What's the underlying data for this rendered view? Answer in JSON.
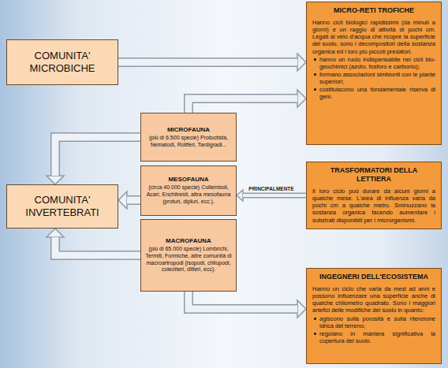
{
  "diagram": {
    "nodes": [
      {
        "text": [
          "COMUNITA' MICROBICHE"
        ]
      },
      {
        "text": [
          "MICRO-RETI TROFICHE",
          "Hanno cicli biologici rapidissimi (da minuti a giorni) e un raggio di attività di pochi cm. Legati al velo d'acqua che ricopre la superficie del suolo, sono i decompositori della sostanza organica ed i loro più piccoli predatori.",
          "hanno un ruolo indispensabile nei cicli bio-geochimici (azoto, fosforo e carbonio);",
          "formano associazioni simbionti con le piante superiori;",
          "costituiscono una fondamentale riserva di geni."
        ]
      },
      {
        "text": [
          "MICROFAUNA",
          "(più di 6.500 specie) Protoctista, Nematodi, Rotiferi, Tardigradi..."
        ]
      },
      {
        "text": [
          "COMUNITA' INVERTEBRATI"
        ]
      },
      {
        "text": [
          "MESOFAUNA",
          "(circa 40.000 specie) Collemboli, Acari, Enchitreidi, altra mesofauna (proturi, dipluri, ecc.)."
        ]
      },
      {
        "text": [
          "TRASFORMATORI DELLA LETTIERA",
          "Il loro ciclo può durare da alcuni giorni a qualche mese. L'area di influenza varia da pochi cm a qualche metro. Sminuzzano la sostanza organica facendo aumentare i substrati disponibili per i microrganismi."
        ]
      },
      {
        "text": [
          "MACROFAUNA",
          "(più di 65.000 specie) Lombrichi, Termiti, Formiche, altre comunità di macroartropodi (isopodi, chilopodi, coleotteri, ditteri, ecc)."
        ]
      },
      {
        "text": [
          "INGEGNERI DELL'ECOSISTEMA",
          "Hanno un ciclo che varia da mesi ad anni e possono influenzare una superficie anche di qualche chilometro quadrato. Sono i maggiori artefici delle modifiche del suolo in quanto:",
          "agiscono sulla porosità e sulla ritenzione idrica del terreno;",
          "regolano in maniera significativa la copertura del suolo."
        ]
      }
    ],
    "edges": [
      {
        "from": 0,
        "to": 1,
        "arrow": "to"
      },
      {
        "from": 2,
        "to": 1,
        "arrow": "to"
      },
      {
        "from": 2,
        "to": 3,
        "arrow": "to"
      },
      {
        "from": 4,
        "to": 3,
        "arrow": "to"
      },
      {
        "from": 5,
        "to": 4,
        "label": "PRINCIPALMENTE",
        "arrow": "to"
      },
      {
        "from": 6,
        "to": 3,
        "arrow": "to"
      },
      {
        "from": 6,
        "to": 7,
        "arrow": "to"
      }
    ]
  }
}
